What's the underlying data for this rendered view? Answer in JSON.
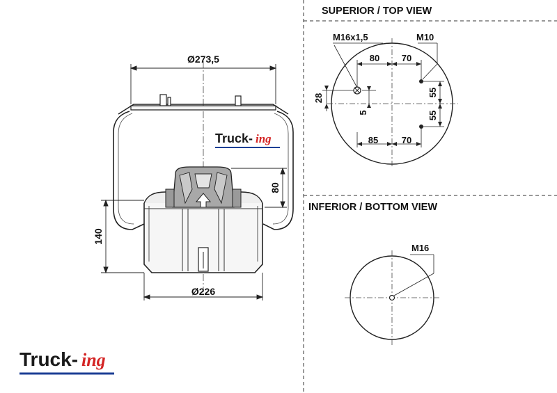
{
  "headings": {
    "top_view": "SUPERIOR / TOP VIEW",
    "bottom_view": "INFERIOR / BOTTOM VIEW"
  },
  "side_view": {
    "top_diameter": "Ø273,5",
    "bottom_diameter": "Ø226",
    "height_left": "140",
    "height_right": "80"
  },
  "top_view": {
    "left_thread": "M16x1,5",
    "right_thread": "M10",
    "dim_top_left": "80",
    "dim_top_right": "70",
    "dim_bottom_left": "85",
    "dim_bottom_right": "70",
    "dim_side_left": "28",
    "dim_small": "5",
    "dim_side_right_top": "55",
    "dim_side_right_bottom": "55"
  },
  "bottom_view": {
    "thread": "M16"
  },
  "brand": {
    "main": "Truck-",
    "suffix": "ing",
    "primary_color": "#1a1a1a",
    "accent_color": "#d42424",
    "underline_color": "#1c3f95"
  }
}
